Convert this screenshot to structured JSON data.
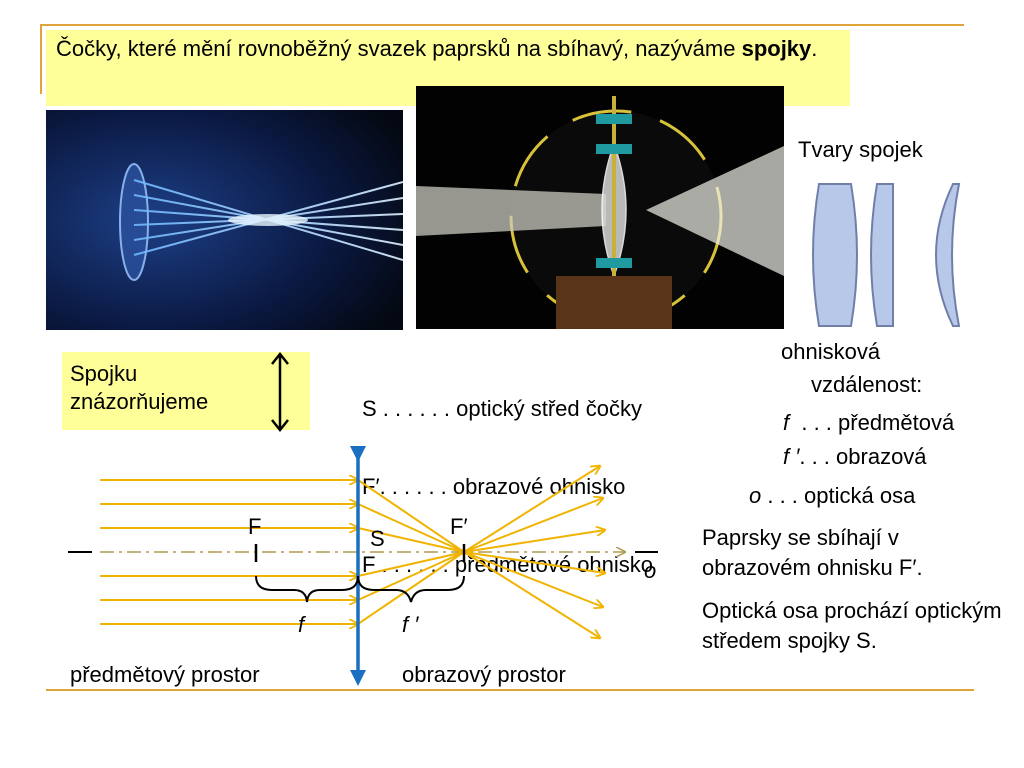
{
  "header": {
    "text_before": "Čočky, které mění rovnoběžný svazek paprsků na sbíhavý, nazýváme ",
    "text_bold": "spojky",
    "text_after": "."
  },
  "lens_shapes": {
    "title": "Tvary spojek",
    "fill_color": "#b8c8e8",
    "stroke_color": "#6f7fa8"
  },
  "representation": {
    "text": "Spojku znázorňujeme"
  },
  "legend": {
    "s": "S . . . . . . optický střed čočky",
    "f_prime": "F′. . . . . . obrazové ohnisko",
    "f": "F . . . . . . předmětové ohnisko"
  },
  "focal_distance": {
    "title_line1": "ohnisková",
    "title_line2": "vzdálenost:",
    "f_symbol": "f",
    "f_text": "  . . . předmětová",
    "f_prime_symbol": "f ′",
    "f_prime_text": ". . . obrazová"
  },
  "axis": {
    "o_symbol": "o",
    "o_text": " . . . optická osa"
  },
  "notes": {
    "converge": "Paprsky se sbíhají v obrazovém ohnisku F′.",
    "axis_through": "Optická osa prochází optickým středem spojky S."
  },
  "diagram": {
    "label_F": "F",
    "label_F_prime": "F′",
    "label_S": "S",
    "label_f": "f",
    "label_f_prime": "f ′",
    "label_o": "o",
    "object_space": "předmětový prostor",
    "image_space": "obrazový prostor",
    "ray_color": "#f0b400",
    "lens_color": "#1a6fc0",
    "axis_color": "#b09a50"
  }
}
